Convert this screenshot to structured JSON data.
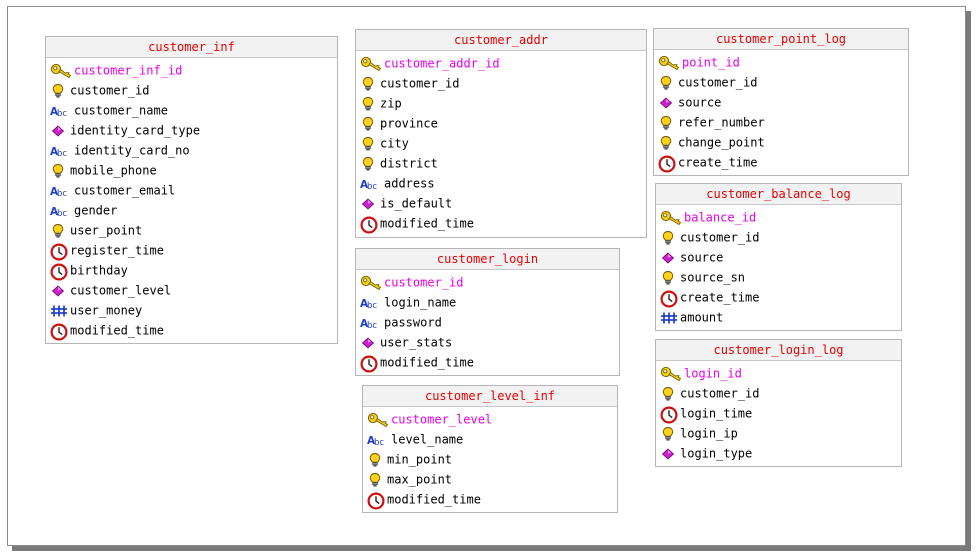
{
  "colors": {
    "entity_title": "#e80000",
    "primary_key": "#e800e8",
    "attribute": "#000000",
    "title_bg": "#f2f2f2"
  },
  "entities": [
    {
      "id": "customer_inf",
      "title": "customer_inf",
      "fields": [
        {
          "name": "customer_inf_id",
          "icon": "key-icon",
          "pk": true
        },
        {
          "name": "customer_id",
          "icon": "bulb-icon"
        },
        {
          "name": "customer_name",
          "icon": "abc-icon"
        },
        {
          "name": "identity_card_type",
          "icon": "diamond-icon"
        },
        {
          "name": "identity_card_no",
          "icon": "abc-icon"
        },
        {
          "name": "mobile_phone",
          "icon": "bulb-icon"
        },
        {
          "name": "customer_email",
          "icon": "abc-icon"
        },
        {
          "name": "gender",
          "icon": "abc-icon"
        },
        {
          "name": "user_point",
          "icon": "bulb-icon"
        },
        {
          "name": "register_time",
          "icon": "clock-icon"
        },
        {
          "name": "birthday",
          "icon": "clock-icon"
        },
        {
          "name": "customer_level",
          "icon": "diamond-icon"
        },
        {
          "name": "user_money",
          "icon": "hash-icon"
        },
        {
          "name": "modified_time",
          "icon": "clock-icon"
        }
      ]
    },
    {
      "id": "customer_addr",
      "title": "customer_addr",
      "fields": [
        {
          "name": "customer_addr_id",
          "icon": "key-icon",
          "pk": true
        },
        {
          "name": "customer_id",
          "icon": "bulb-icon"
        },
        {
          "name": "zip",
          "icon": "bulb-icon"
        },
        {
          "name": "province",
          "icon": "bulb-icon"
        },
        {
          "name": "city",
          "icon": "bulb-icon"
        },
        {
          "name": "district",
          "icon": "bulb-icon"
        },
        {
          "name": "address",
          "icon": "abc-icon"
        },
        {
          "name": "is_default",
          "icon": "diamond-icon"
        },
        {
          "name": "modified_time",
          "icon": "clock-icon"
        }
      ]
    },
    {
      "id": "customer_point_log",
      "title": "customer_point_log",
      "fields": [
        {
          "name": "point_id",
          "icon": "key-icon",
          "pk": true
        },
        {
          "name": "customer_id",
          "icon": "bulb-icon"
        },
        {
          "name": "source",
          "icon": "diamond-icon"
        },
        {
          "name": "refer_number",
          "icon": "bulb-icon"
        },
        {
          "name": "change_point",
          "icon": "bulb-icon"
        },
        {
          "name": "create_time",
          "icon": "clock-icon"
        }
      ]
    },
    {
      "id": "customer_balance_log",
      "title": "customer_balance_log",
      "fields": [
        {
          "name": "balance_id",
          "icon": "key-icon",
          "pk": true
        },
        {
          "name": "customer_id",
          "icon": "bulb-icon"
        },
        {
          "name": "source",
          "icon": "diamond-icon"
        },
        {
          "name": "source_sn",
          "icon": "bulb-icon"
        },
        {
          "name": "create_time",
          "icon": "clock-icon"
        },
        {
          "name": "amount",
          "icon": "hash-icon"
        }
      ]
    },
    {
      "id": "customer_login",
      "title": "customer_login",
      "fields": [
        {
          "name": "customer_id",
          "icon": "key-icon",
          "pk": true
        },
        {
          "name": "login_name",
          "icon": "abc-icon"
        },
        {
          "name": "password",
          "icon": "abc-icon"
        },
        {
          "name": "user_stats",
          "icon": "diamond-icon"
        },
        {
          "name": "modified_time",
          "icon": "clock-icon"
        }
      ]
    },
    {
      "id": "customer_login_log",
      "title": "customer_login_log",
      "fields": [
        {
          "name": "login_id",
          "icon": "key-icon",
          "pk": true
        },
        {
          "name": "customer_id",
          "icon": "bulb-icon"
        },
        {
          "name": "login_time",
          "icon": "clock-icon"
        },
        {
          "name": "login_ip",
          "icon": "bulb-icon"
        },
        {
          "name": "login_type",
          "icon": "diamond-icon"
        }
      ]
    },
    {
      "id": "customer_level_inf",
      "title": "customer_level_inf",
      "fields": [
        {
          "name": "customer_level",
          "icon": "key-icon",
          "pk": true
        },
        {
          "name": "level_name",
          "icon": "abc-icon"
        },
        {
          "name": "min_point",
          "icon": "bulb-icon"
        },
        {
          "name": "max_point",
          "icon": "bulb-icon"
        },
        {
          "name": "modified_time",
          "icon": "clock-icon"
        }
      ]
    }
  ]
}
